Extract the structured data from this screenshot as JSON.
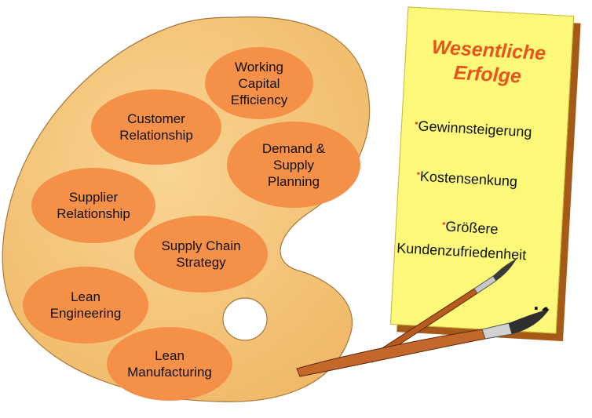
{
  "palette": {
    "areas": [
      {
        "id": "working-capital",
        "label": "Working\nCapital\nEfficiency"
      },
      {
        "id": "customer-relationship",
        "label": "Customer\nRelationship"
      },
      {
        "id": "demand-supply-planning",
        "label": "Demand &\nSupply\nPlanning"
      },
      {
        "id": "supplier-relationship",
        "label": "Supplier\nRelationship"
      },
      {
        "id": "supply-chain-strategy",
        "label": "Supply Chain\nStrategy"
      },
      {
        "id": "lean-engineering",
        "label": "Lean\nEngineering"
      },
      {
        "id": "lean-manufacturing",
        "label": "Lean\nManufacturing"
      }
    ]
  },
  "board": {
    "title": "Wesentliche\nErfolge",
    "items": [
      {
        "bullet": "•",
        "text": "Gewinnsteigerung"
      },
      {
        "bullet": "•",
        "text": "Kostensenkung"
      },
      {
        "bullet": "•",
        "text": "Größere"
      },
      {
        "bullet": "",
        "text": "Kundenzufriedenheit"
      }
    ],
    "trailing_mark": "."
  },
  "colors": {
    "palette_fill": "#f6c87e",
    "palette_stroke": "#a8773a",
    "blob_fill": "#f59049",
    "board_fill": "#fcf97a",
    "board_border": "#c9b43e",
    "board_shadow": "#a65a17",
    "title": "#e8541b"
  }
}
